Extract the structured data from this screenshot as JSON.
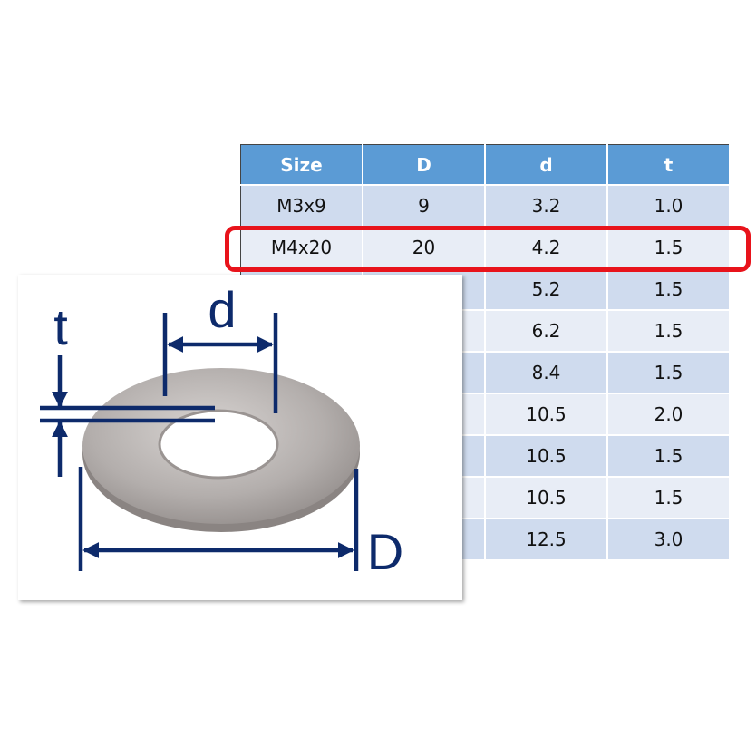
{
  "table": {
    "headers": [
      "Size",
      "D",
      "d",
      "t"
    ],
    "rows": [
      [
        "M3x9",
        "9",
        "3.2",
        "1.0"
      ],
      [
        "M4x20",
        "20",
        "4.2",
        "1.5"
      ],
      [
        "",
        "",
        "5.2",
        "1.5"
      ],
      [
        "",
        "",
        "6.2",
        "1.5"
      ],
      [
        "",
        "",
        "8.4",
        "1.5"
      ],
      [
        "",
        "",
        "10.5",
        "2.0"
      ],
      [
        "",
        "",
        "10.5",
        "1.5"
      ],
      [
        "",
        "",
        "10.5",
        "1.5"
      ],
      [
        "",
        "",
        "12.5",
        "3.0"
      ]
    ],
    "highlighted_row": "M4x20"
  },
  "diagram": {
    "label_t": "t",
    "label_d": "d",
    "label_D": "D"
  },
  "colors": {
    "header": "#5b9bd5",
    "highlight": "#e8131b",
    "dimension": "#0d2a6b"
  }
}
